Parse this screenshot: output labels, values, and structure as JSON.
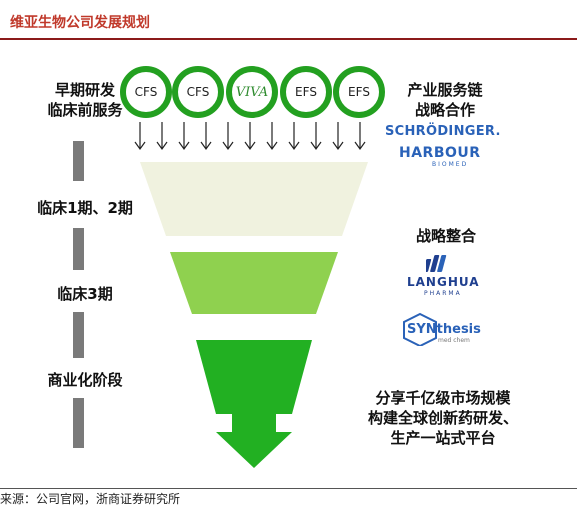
{
  "header": {
    "title": "维亚生物公司发展规划"
  },
  "stages": [
    {
      "label": "早期研发\n临床前服务"
    },
    {
      "label": "临床1期、2期"
    },
    {
      "label": "临床3期"
    },
    {
      "label": "商业化阶段"
    }
  ],
  "circles": [
    {
      "label": "CFS",
      "icon": "circle"
    },
    {
      "label": "CFS",
      "icon": "circle"
    },
    {
      "label": "VIVA",
      "icon": "viva-logo"
    },
    {
      "label": "EFS",
      "icon": "circle"
    },
    {
      "label": "EFS",
      "icon": "circle"
    }
  ],
  "right": {
    "chain_title": "产业服务链\n战略合作",
    "partners_top": [
      {
        "name": "SCHRÖDINGER.",
        "color": "#2a62b8"
      },
      {
        "name": "HARBOUR",
        "sub": "BIOMED",
        "color": "#2a62b8"
      }
    ],
    "integration_title": "战略整合",
    "partners_bottom": [
      {
        "name": "LANGHUA",
        "sub": "PHARMA",
        "color": "#1f3f8f"
      },
      {
        "name": "SYNthesis",
        "sub": "med chem",
        "color": "#2a62b8"
      }
    ],
    "market_text": "分享千亿级市场规模\n构建全球创新药研发、\n生产一站式平台"
  },
  "colors": {
    "accent_red": "#c0392b",
    "green_light": "#f0f2df",
    "green_mid": "#8fd14f",
    "green_dark": "#22b022"
  },
  "footer": {
    "source": "来源：公司官网，浙商证券研究所"
  }
}
